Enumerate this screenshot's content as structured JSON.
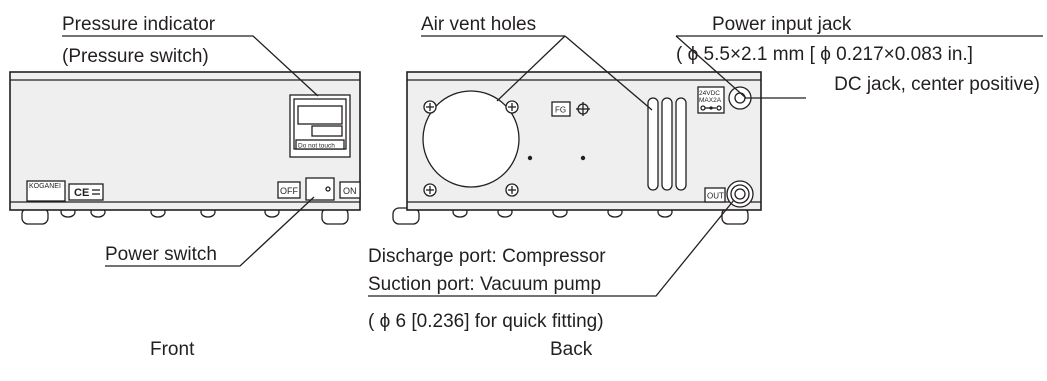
{
  "front": {
    "caption": "Front",
    "pressure_indicator_label": "Pressure indicator",
    "pressure_switch_label": "(Pressure switch)",
    "do_not_touch": "Do not touch",
    "brand": "KOGANEI",
    "ce_mark": "CE",
    "switch_off": "OFF",
    "switch_on": "ON",
    "power_switch_label": "Power switch"
  },
  "back": {
    "caption": "Back",
    "air_vent_label": "Air vent holes",
    "fg_label": "FG",
    "power_jack_label": "Power input jack",
    "power_jack_spec_line1": "( ϕ 5.5×2.1 mm [ ϕ 0.217×0.083 in.]",
    "power_jack_spec_line2": "DC jack, center positive)",
    "jack_rating_line1": "24VDC",
    "jack_rating_line2": "MAX2A",
    "out_label": "OUT",
    "discharge_label": "Discharge port: Compressor",
    "suction_label": "Suction port: Vacuum pump",
    "fitting_label": "( ϕ 6 [0.236] for quick fitting)"
  }
}
